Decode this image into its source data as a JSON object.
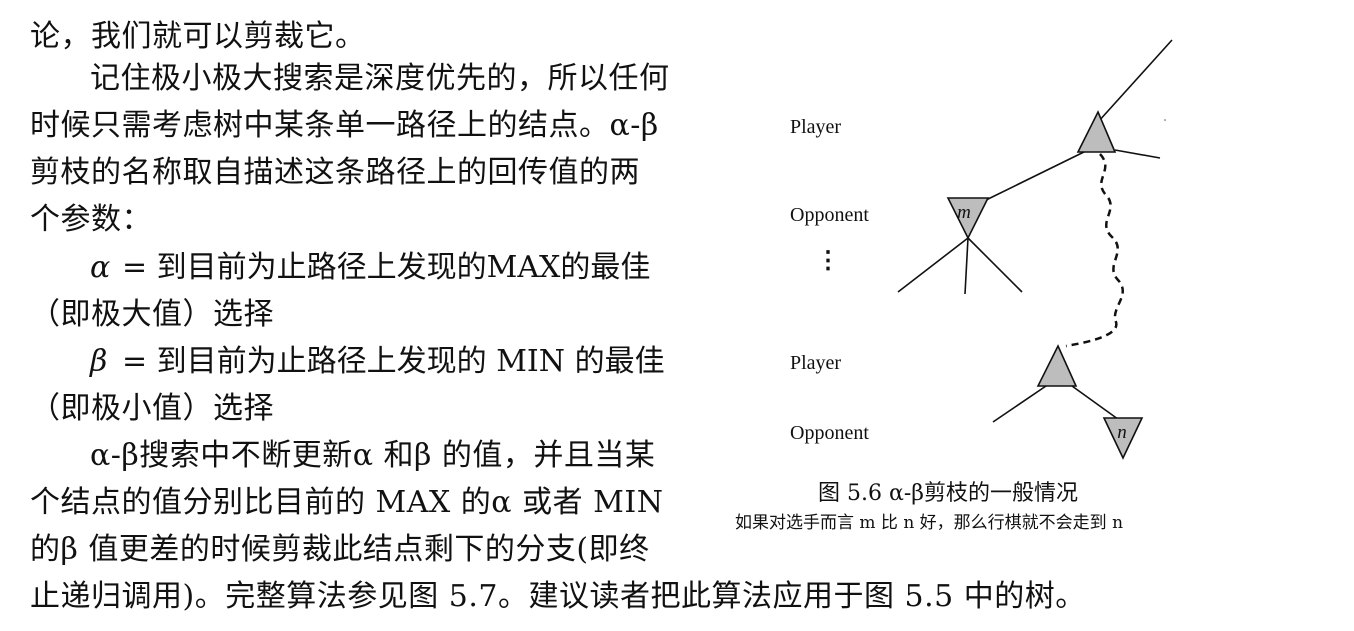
{
  "text": {
    "line1": "论，我们就可以剪裁它。",
    "para2_line1": "记住极小极大搜索是深度优先的，所以任何",
    "para2_line2": "时候只需考虑树中某条单一路径上的结点。α-β",
    "para2_line3": "剪枝的名称取自描述这条路径上的回传值的两",
    "para2_line4": "个参数：",
    "alpha_symbol": "α",
    "alpha_def_line1": "= 到目前为止路径上发现的MAX的最佳",
    "alpha_def_line2": "（即极大值）选择",
    "beta_symbol": "β",
    "beta_def_line1": "= 到目前为止路径上发现的 MIN 的最佳",
    "beta_def_line2": "（即极小值）选择",
    "para3_line1": "α-β搜索中不断更新α 和β 的值，并且当某",
    "para3_line2": "个结点的值分别比目前的 MAX 的α 或者 MIN",
    "para3_line3": "的β 值更差的时候剪裁此结点剩下的分支(即终",
    "para3_line4": "止递归调用)。完整算法参见图 5.7。建议读者把此算法应用于图 5.5 中的树。"
  },
  "figure": {
    "labels": {
      "player_top": "Player",
      "opponent_top": "Opponent",
      "dots": "⋮",
      "player_bottom": "Player",
      "opponent_bottom": "Opponent"
    },
    "node_m": "m",
    "node_n": "n",
    "caption": "图 5.6    α-β剪枝的一般情况",
    "subcaption": "如果对选手而言 m 比 n 好，那么行棋就不会走到 n"
  }
}
